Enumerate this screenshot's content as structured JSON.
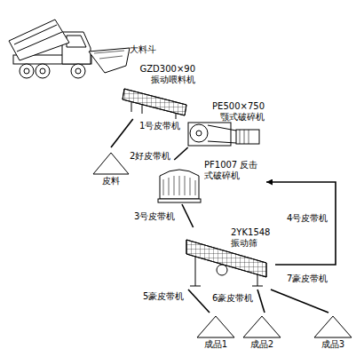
{
  "diagram": {
    "nodes": [
      {
        "text": [
          "大料斗"
        ]
      },
      {
        "text": [
          "GZD300×90 振动喂料机"
        ]
      },
      {
        "text": [
          "PE500×750 颚式破碎机"
        ]
      },
      {
        "text": [
          "皮料"
        ]
      },
      {
        "text": [
          "PF1007 反击式破碎机"
        ]
      },
      {
        "text": [
          "2YK1548 振动筛"
        ]
      },
      {
        "text": [
          "成品1"
        ]
      },
      {
        "text": [
          "成品2"
        ]
      },
      {
        "text": [
          "成品3"
        ]
      }
    ],
    "edges": [
      {
        "from": 1,
        "to": 3,
        "label": "1号皮带机",
        "arrow": "none"
      },
      {
        "from": 2,
        "to": 4,
        "label": "2好皮带机",
        "arrow": "none"
      },
      {
        "from": 4,
        "to": 5,
        "label": "3号皮带机",
        "arrow": "none"
      },
      {
        "from": 5,
        "to": 4,
        "label": "4号皮带机",
        "arrow": "to"
      },
      {
        "from": 5,
        "to": 6,
        "label": "5豪皮带机",
        "arrow": "none"
      },
      {
        "from": 5,
        "to": 7,
        "label": "6豪皮带机",
        "arrow": "none"
      },
      {
        "from": 5,
        "to": 8,
        "label": "7豪皮带机",
        "arrow": "none"
      }
    ]
  }
}
